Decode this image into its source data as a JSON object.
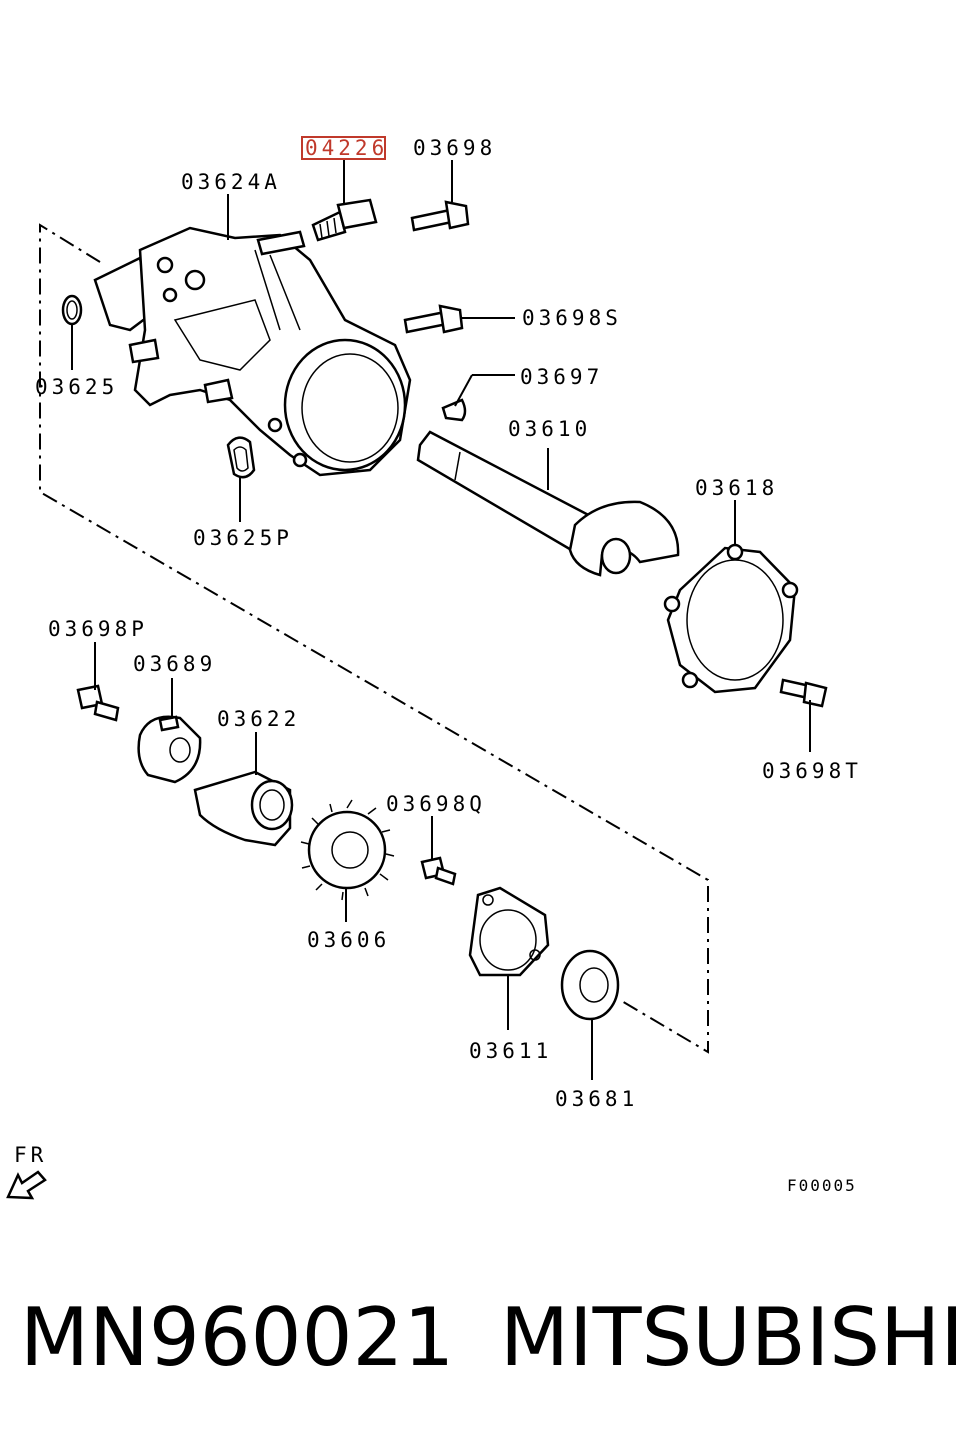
{
  "labels": {
    "p04226": "04226",
    "p03698": "03698",
    "p03624A": "03624A",
    "p03698S": "03698S",
    "p03625": "03625",
    "p03697": "03697",
    "p03610": "03610",
    "p03618": "03618",
    "p03625P": "03625P",
    "p03698P": "03698P",
    "p03689": "03689",
    "p03622": "03622",
    "p03698Q": "03698Q",
    "p03606": "03606",
    "p03611": "03611",
    "p03681": "03681",
    "p03698T": "03698T"
  },
  "direction": {
    "label": "FR"
  },
  "figure_code": "F00005",
  "footer": {
    "part_number": "MN960021",
    "brand": "MITSUBISHI"
  },
  "colors": {
    "highlight": "#c0392b",
    "ink": "#000000"
  }
}
